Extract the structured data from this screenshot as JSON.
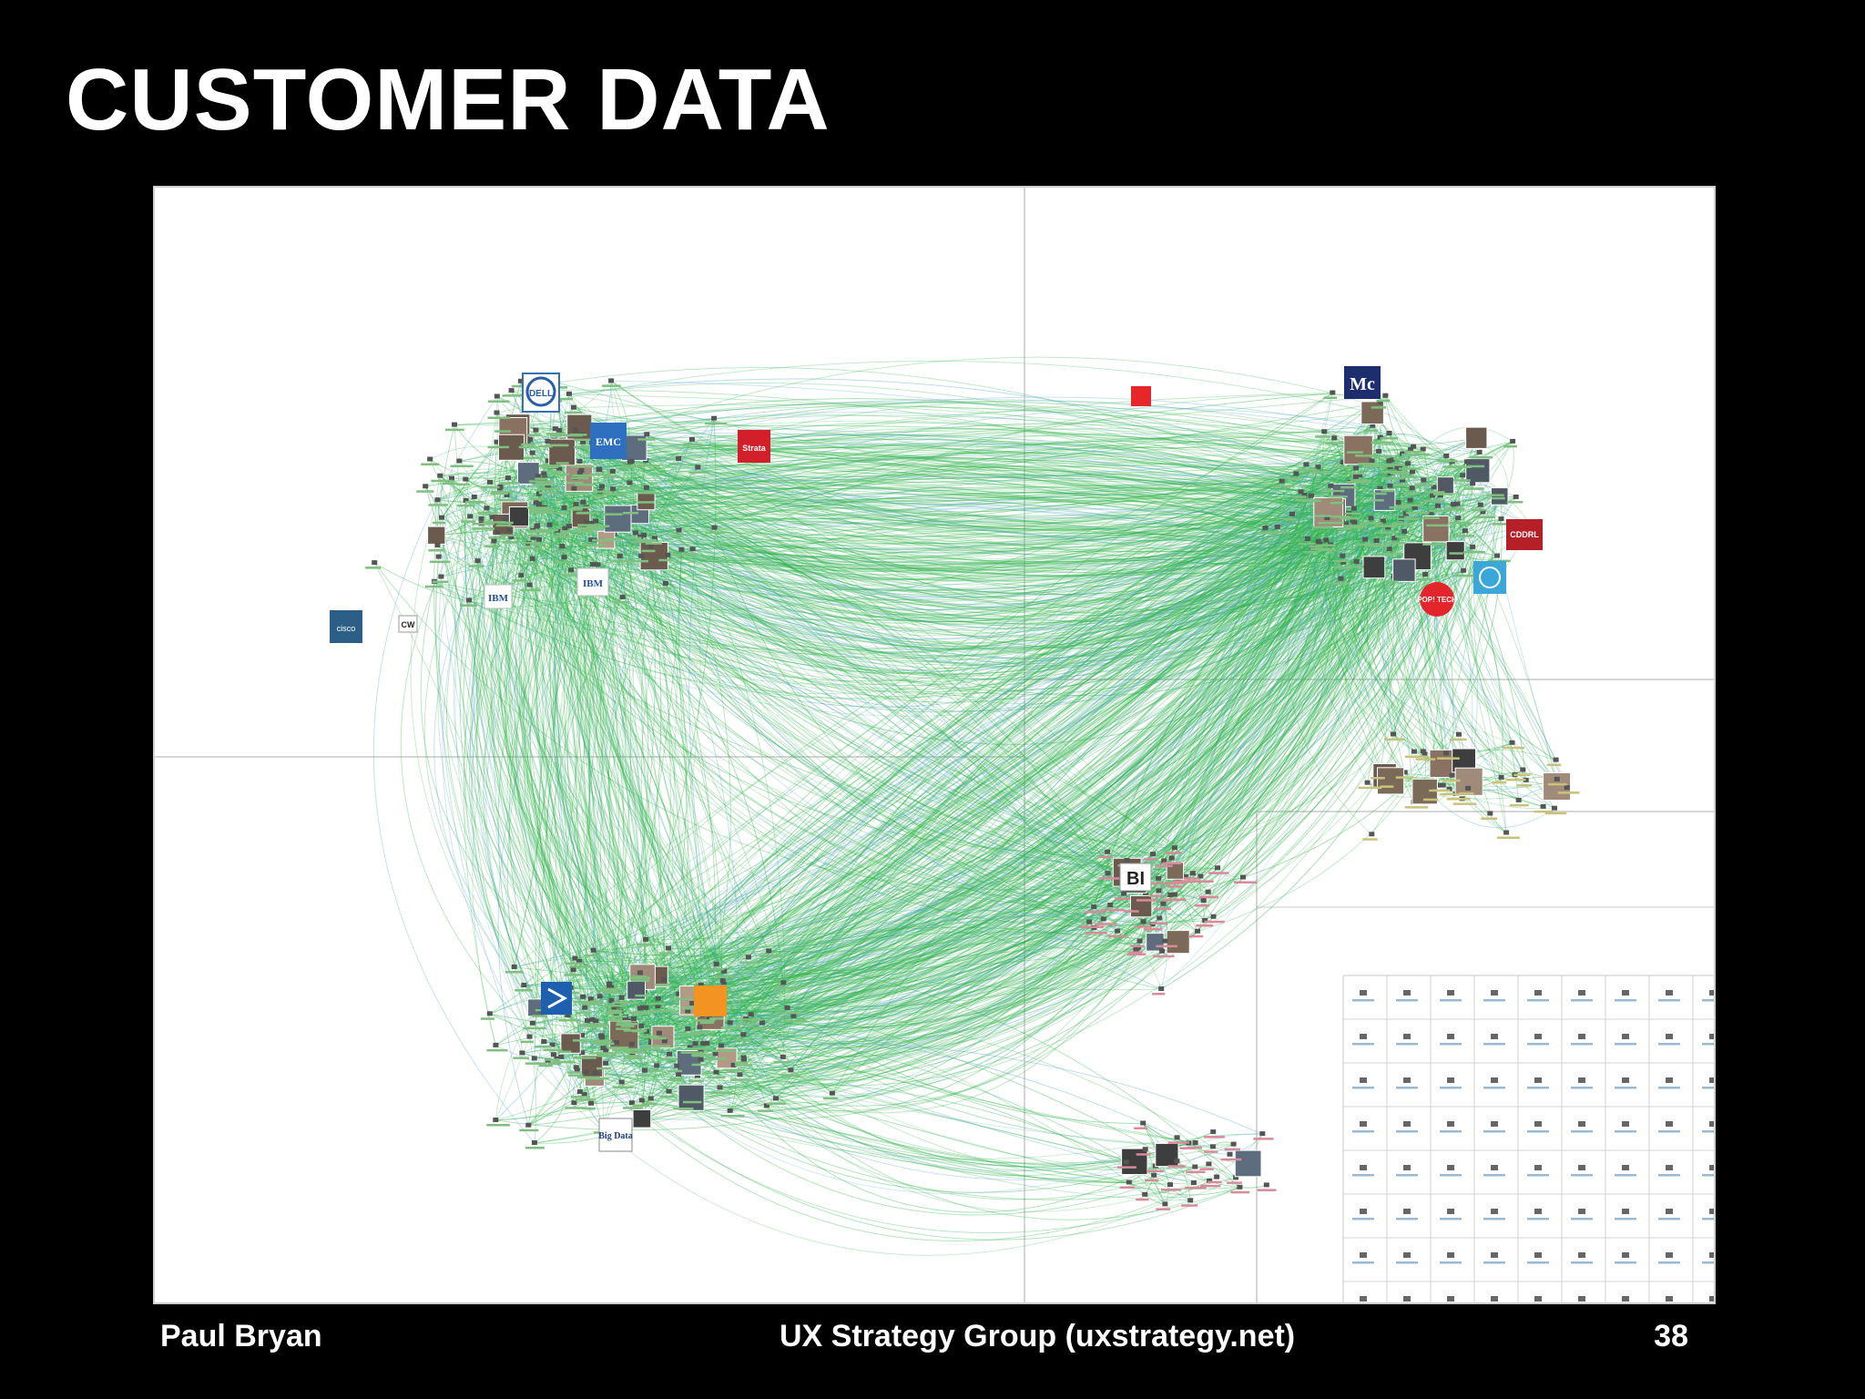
{
  "slide": {
    "title": "CUSTOMER DATA",
    "footer": {
      "author": "Paul Bryan",
      "organization": "UX Strategy Group (uxstrategy.net)",
      "page_number": "38"
    }
  },
  "graph": {
    "type": "social network graph",
    "colors": {
      "background": "#ffffff",
      "edge_primary": "#2fb34a",
      "edge_secondary": "#5aa6d6",
      "grid_line": "#c8c8c8"
    },
    "node_labels": {
      "dell": "DELL",
      "emc": "EMC",
      "strata": "Strata",
      "ibm_left": "IBM",
      "ibm_center": "IBM",
      "cisco": "cisco",
      "cw": "CW",
      "mc": "Mc",
      "cddrl": "CDDRL",
      "poptech": "POP! TECH",
      "bi": "BI",
      "big_data": "Big Data"
    }
  }
}
